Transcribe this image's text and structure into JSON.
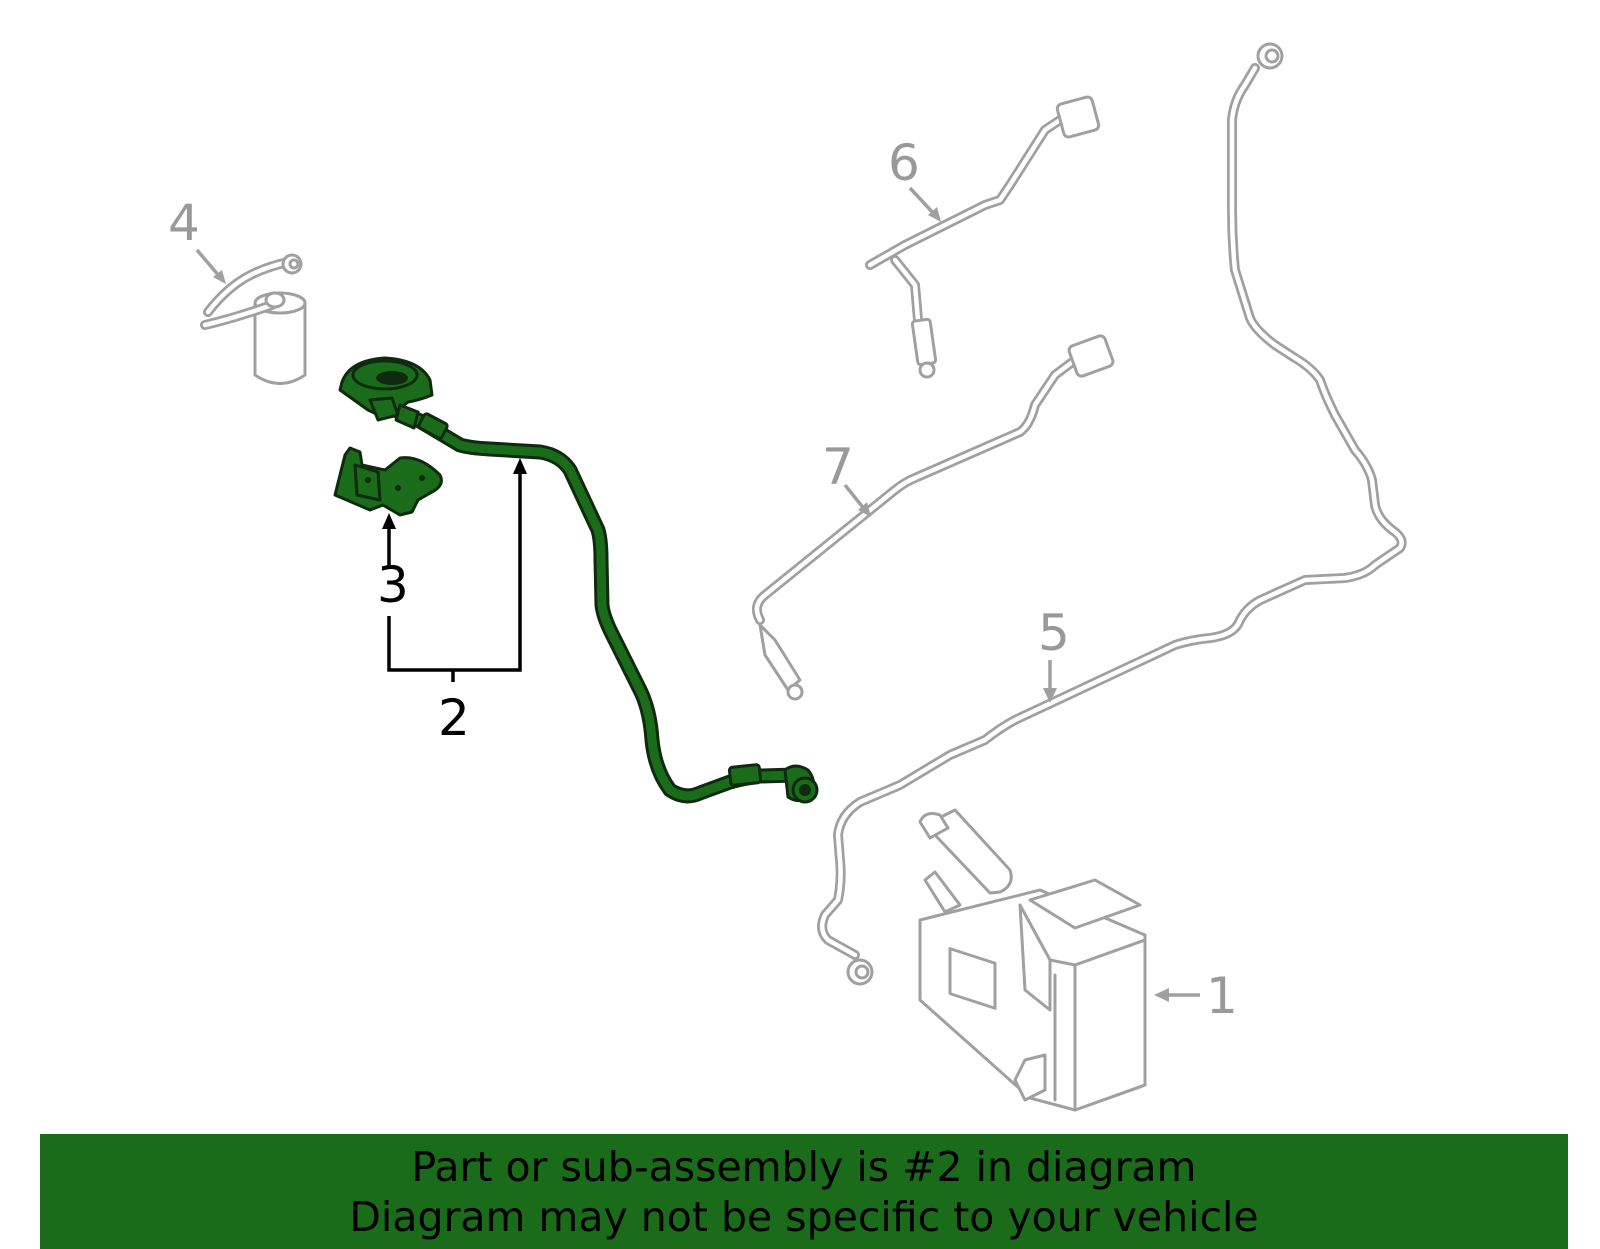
{
  "callouts": {
    "c1": "1",
    "c2": "2",
    "c3": "3",
    "c4": "4",
    "c5": "5",
    "c6": "6",
    "c7": "7"
  },
  "banner": {
    "line1": "Part or sub-assembly is #2 in diagram",
    "line2": "Diagram may not be specific to your vehicle"
  },
  "colors": {
    "highlight": "#1a6b1a",
    "inactive_parts": "#a0a0a0",
    "banner_bg": "#1a6b1a"
  }
}
